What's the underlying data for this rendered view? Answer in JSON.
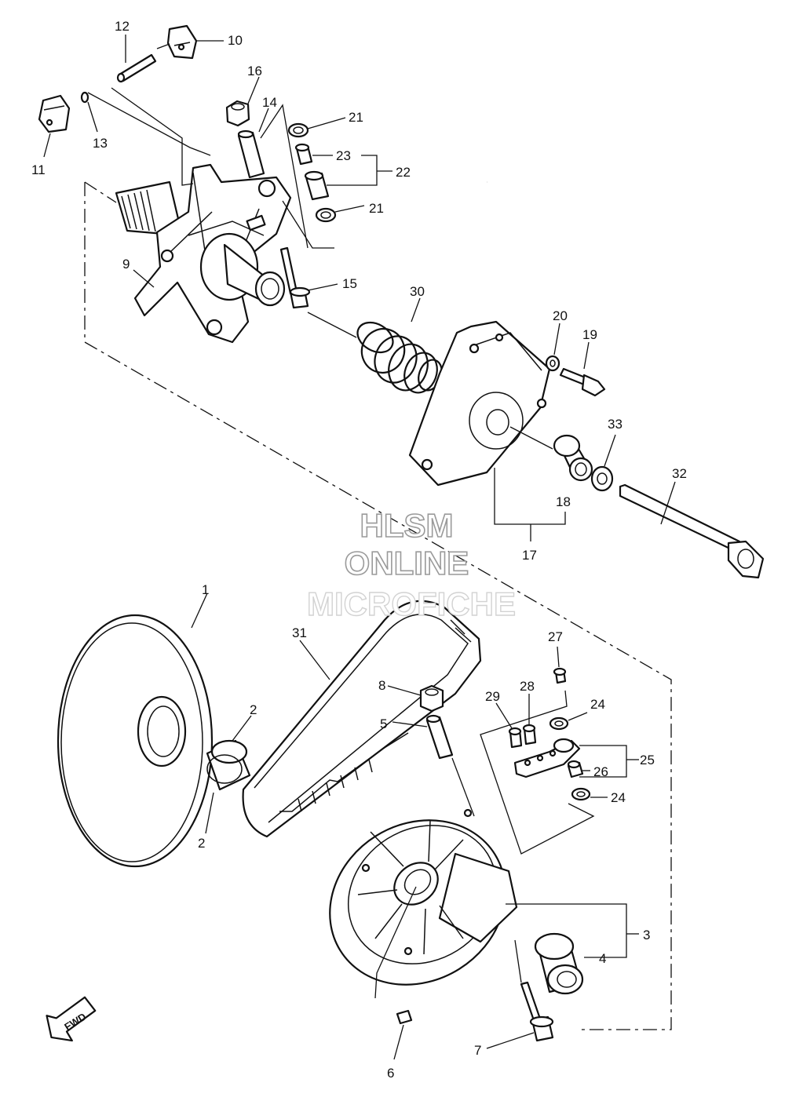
{
  "labels": {
    "p1": "1",
    "p2a": "2",
    "p2b": "2",
    "p3": "3",
    "p4": "4",
    "p5": "5",
    "p6": "6",
    "p7": "7",
    "p8": "8",
    "p9": "9",
    "p10": "10",
    "p11": "11",
    "p12": "12",
    "p13": "13",
    "p14": "14",
    "p15": "15",
    "p16": "16",
    "p17": "17",
    "p18": "18",
    "p19": "19",
    "p20": "20",
    "p21a": "21",
    "p21b": "21",
    "p22": "22",
    "p23": "23",
    "p24a": "24",
    "p24b": "24",
    "p25": "25",
    "p26": "26",
    "p27": "27",
    "p28": "28",
    "p29": "29",
    "p30": "30",
    "p31": "31",
    "p32": "32",
    "p33": "33"
  },
  "watermark": {
    "line1": "HLSM",
    "line2": "ONLINE",
    "line3": "MICROFICHE"
  },
  "fwd_badge": "FWD"
}
